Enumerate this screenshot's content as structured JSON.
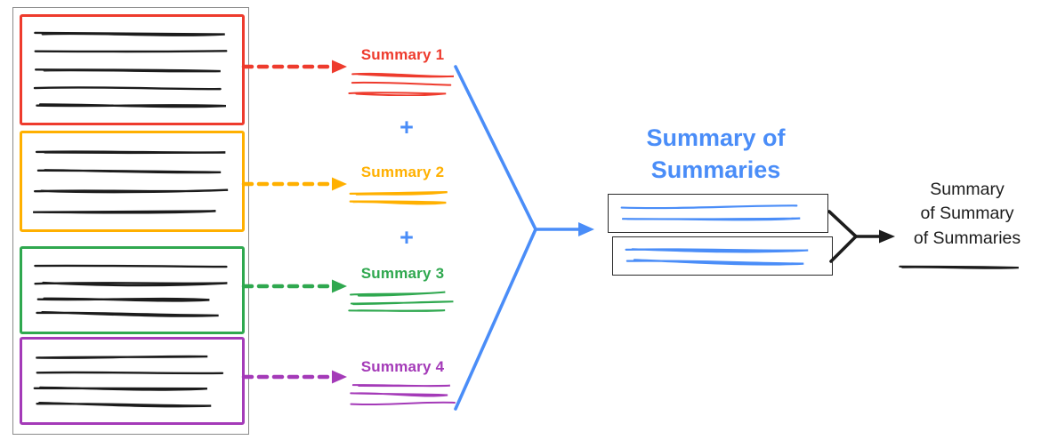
{
  "colors": {
    "red": "#ee3b2d",
    "orange": "#ffb000",
    "green": "#2fa84f",
    "purple": "#a43ab8",
    "blue": "#4a8df8",
    "ink": "#1c1c1c",
    "frame": "#8a8a8a"
  },
  "documents": {
    "container_name": "documents-container",
    "items": [
      {
        "name": "document-1",
        "color": "red"
      },
      {
        "name": "document-2",
        "color": "orange"
      },
      {
        "name": "document-3",
        "color": "green"
      },
      {
        "name": "document-4",
        "color": "purple"
      }
    ]
  },
  "summaries": [
    {
      "label": "Summary 1",
      "color": "red"
    },
    {
      "label": "Summary 2",
      "color": "orange"
    },
    {
      "label": "Summary 3",
      "color": "green"
    },
    {
      "label": "Summary 4",
      "color": "purple"
    }
  ],
  "plus": "+",
  "summary_of_summaries": {
    "line1": "Summary of",
    "line2": "Summaries"
  },
  "final_summary": {
    "line1": "Summary",
    "line2": "of Summary",
    "line3": "of Summaries"
  }
}
